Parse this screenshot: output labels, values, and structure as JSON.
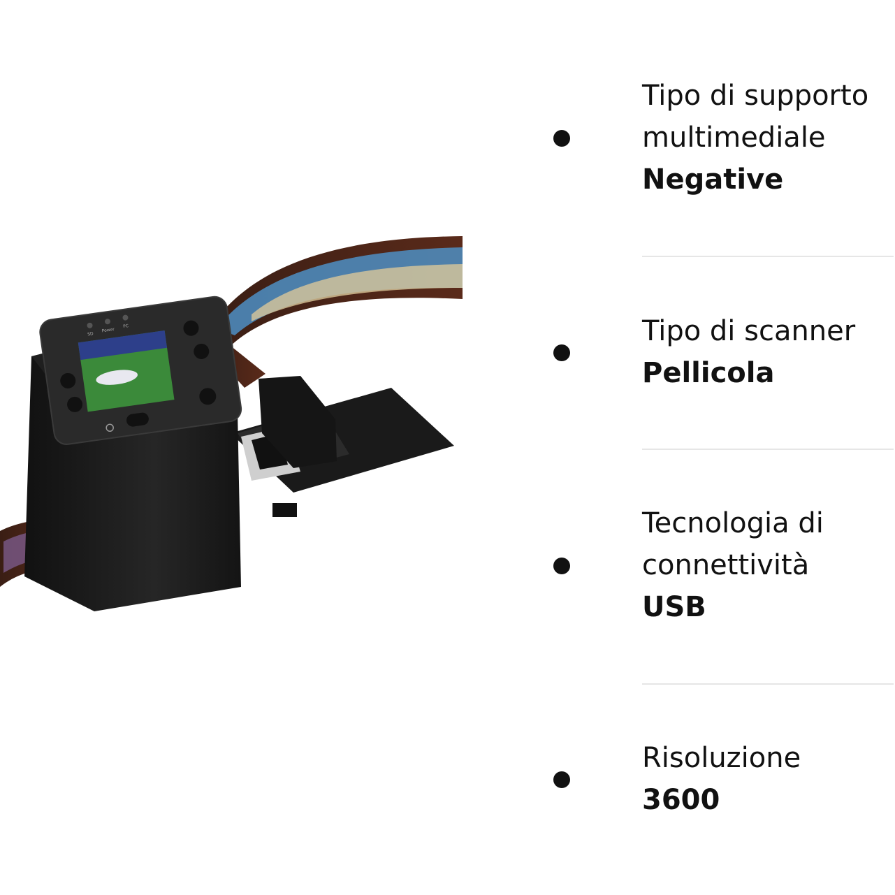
{
  "product": {
    "device_labels": {
      "sd": "SD",
      "power": "Power",
      "pc": "PC"
    }
  },
  "specs": [
    {
      "label_lines": [
        "Tipo di supporto",
        "multimediale"
      ],
      "value": "Negative"
    },
    {
      "label_lines": [
        "Tipo di scanner"
      ],
      "value": "Pellicola"
    },
    {
      "label_lines": [
        "Tecnologia di",
        "connettività"
      ],
      "value": "USB"
    },
    {
      "label_lines": [
        "Risoluzione"
      ],
      "value": "3600"
    }
  ],
  "colors": {
    "bullet": "#111111",
    "divider": "#e6e6e6",
    "device": "#1c1c1c"
  }
}
